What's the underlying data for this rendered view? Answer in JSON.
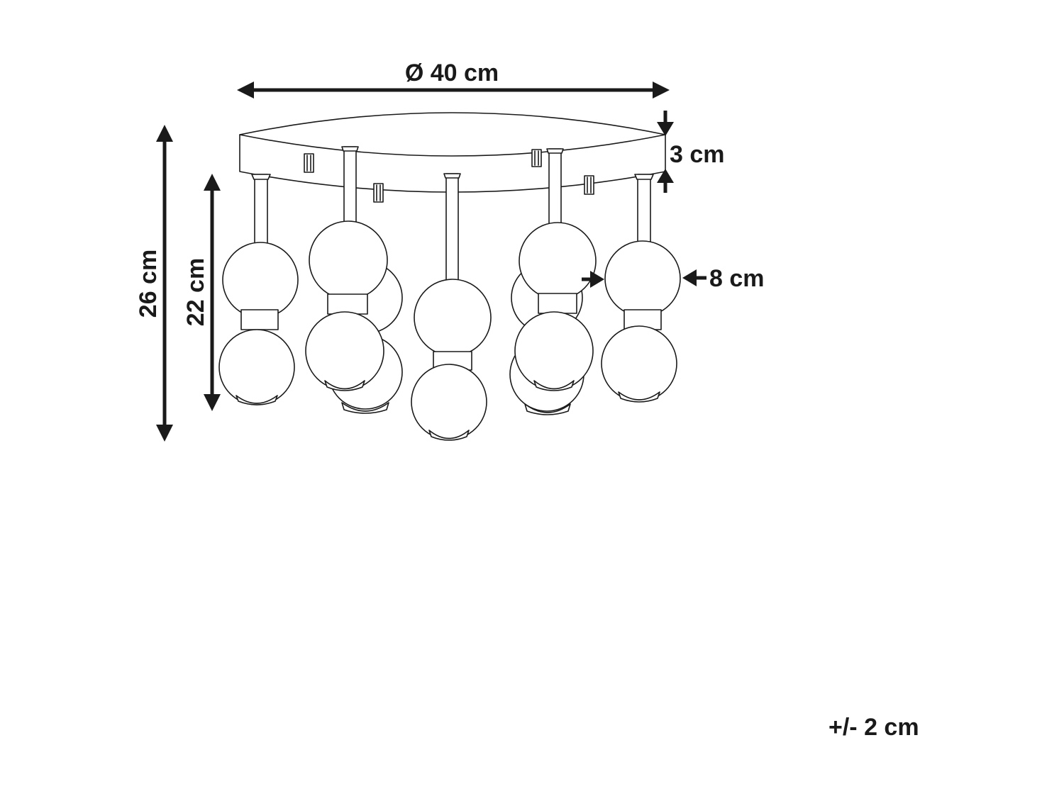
{
  "dimensions": {
    "diameter": "Ø 40 cm",
    "plate_height": "3 cm",
    "total_height": "26 cm",
    "pendant_height": "22 cm",
    "globe_width": "8 cm"
  },
  "tolerance": "+/- 2 cm",
  "colors": {
    "line": "#1a1a1a",
    "background": "#ffffff"
  }
}
